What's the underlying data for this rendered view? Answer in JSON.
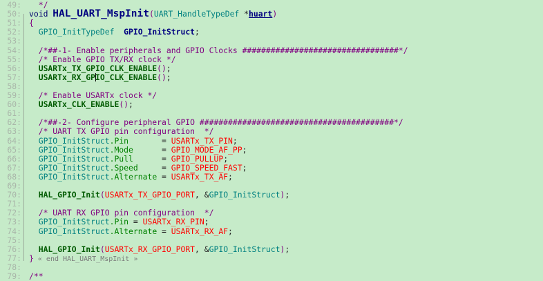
{
  "editor": {
    "background": "#c6ebc9",
    "cursor_line": 57,
    "lines": [
      {
        "n": "49:",
        "tokens": [
          [
            "  */",
            "comment"
          ]
        ]
      },
      {
        "n": "50:",
        "tokens": [
          [
            "void ",
            "kw"
          ],
          [
            "HAL_UART_MspInit",
            "fndef"
          ],
          [
            "(",
            "paren"
          ],
          [
            "UART_HandleTypeDef",
            "type"
          ],
          [
            " *",
            "punct"
          ],
          [
            "huart",
            "param"
          ],
          [
            ")",
            "paren"
          ]
        ]
      },
      {
        "n": "51:",
        "tokens": [
          [
            "{",
            "paren"
          ]
        ]
      },
      {
        "n": "52:",
        "tokens": [
          [
            "  ",
            "punct"
          ],
          [
            "GPIO_InitTypeDef",
            "type"
          ],
          [
            "  ",
            "punct"
          ],
          [
            "GPIO_InitStruct",
            "var"
          ],
          [
            ";",
            "punct"
          ]
        ]
      },
      {
        "n": "53:",
        "tokens": []
      },
      {
        "n": "54:",
        "tokens": [
          [
            "  /*##-1- Enable peripherals and GPIO Clocks #################################*/",
            "comment"
          ]
        ]
      },
      {
        "n": "55:",
        "tokens": [
          [
            "  /* Enable GPIO TX/RX clock */",
            "comment"
          ]
        ]
      },
      {
        "n": "56:",
        "tokens": [
          [
            "  ",
            "punct"
          ],
          [
            "USARTx_TX_GPIO_CLK_ENABLE",
            "macro"
          ],
          [
            "()",
            "paren"
          ],
          [
            ";",
            "punct"
          ]
        ]
      },
      {
        "n": "57:",
        "tokens": [
          [
            "  ",
            "punct"
          ],
          [
            "USARTx_RX_GP",
            "macro"
          ],
          [
            "",
            "caret"
          ],
          [
            "IO_CLK_ENABLE",
            "macro"
          ],
          [
            "()",
            "paren"
          ],
          [
            ";",
            "punct"
          ]
        ]
      },
      {
        "n": "58:",
        "tokens": []
      },
      {
        "n": "59:",
        "tokens": [
          [
            "  /* Enable USARTx clock */",
            "comment"
          ]
        ]
      },
      {
        "n": "60:",
        "tokens": [
          [
            "  ",
            "punct"
          ],
          [
            "USARTx_CLK_ENABLE",
            "macro"
          ],
          [
            "()",
            "paren"
          ],
          [
            ";",
            "punct"
          ]
        ]
      },
      {
        "n": "61:",
        "tokens": []
      },
      {
        "n": "62:",
        "tokens": [
          [
            "  /*##-2- Configure peripheral GPIO #########################################*/",
            "comment"
          ]
        ]
      },
      {
        "n": "63:",
        "tokens": [
          [
            "  /* UART TX GPIO pin configuration  */",
            "comment"
          ]
        ]
      },
      {
        "n": "64:",
        "tokens": [
          [
            "  ",
            "punct"
          ],
          [
            "GPIO_InitStruct",
            "type"
          ],
          [
            ".Pin",
            "field"
          ],
          [
            "       = ",
            "punct"
          ],
          [
            "USARTx_TX_PIN",
            "const"
          ],
          [
            ";",
            "punct"
          ]
        ]
      },
      {
        "n": "65:",
        "tokens": [
          [
            "  ",
            "punct"
          ],
          [
            "GPIO_InitStruct",
            "type"
          ],
          [
            ".Mode",
            "field"
          ],
          [
            "      = ",
            "punct"
          ],
          [
            "GPIO_MODE_AF_PP",
            "const"
          ],
          [
            ";",
            "punct"
          ]
        ]
      },
      {
        "n": "66:",
        "tokens": [
          [
            "  ",
            "punct"
          ],
          [
            "GPIO_InitStruct",
            "type"
          ],
          [
            ".Pull",
            "field"
          ],
          [
            "      = ",
            "punct"
          ],
          [
            "GPIO_PULLUP",
            "const"
          ],
          [
            ";",
            "punct"
          ]
        ]
      },
      {
        "n": "67:",
        "tokens": [
          [
            "  ",
            "punct"
          ],
          [
            "GPIO_InitStruct",
            "type"
          ],
          [
            ".Speed",
            "field"
          ],
          [
            "     = ",
            "punct"
          ],
          [
            "GPIO_SPEED_FAST",
            "const"
          ],
          [
            ";",
            "punct"
          ]
        ]
      },
      {
        "n": "68:",
        "tokens": [
          [
            "  ",
            "punct"
          ],
          [
            "GPIO_InitStruct",
            "type"
          ],
          [
            ".Alternate",
            "field"
          ],
          [
            " = ",
            "punct"
          ],
          [
            "USARTx_TX_AF",
            "const"
          ],
          [
            ";",
            "punct"
          ]
        ]
      },
      {
        "n": "69:",
        "tokens": []
      },
      {
        "n": "70:",
        "tokens": [
          [
            "  ",
            "punct"
          ],
          [
            "HAL_GPIO_Init",
            "macro"
          ],
          [
            "(",
            "paren"
          ],
          [
            "USARTx_TX_GPIO_PORT",
            "const"
          ],
          [
            ", &",
            "punct"
          ],
          [
            "GPIO_InitStruct",
            "type"
          ],
          [
            ")",
            "paren"
          ],
          [
            ";",
            "punct"
          ]
        ]
      },
      {
        "n": "71:",
        "tokens": []
      },
      {
        "n": "72:",
        "tokens": [
          [
            "  /* UART RX GPIO pin configuration  */",
            "comment"
          ]
        ]
      },
      {
        "n": "73:",
        "tokens": [
          [
            "  ",
            "punct"
          ],
          [
            "GPIO_InitStruct",
            "type"
          ],
          [
            ".Pin",
            "field"
          ],
          [
            " = ",
            "punct"
          ],
          [
            "USARTx_RX_PIN",
            "const"
          ],
          [
            ";",
            "punct"
          ]
        ]
      },
      {
        "n": "74:",
        "tokens": [
          [
            "  ",
            "punct"
          ],
          [
            "GPIO_InitStruct",
            "type"
          ],
          [
            ".Alternate",
            "field"
          ],
          [
            " = ",
            "punct"
          ],
          [
            "USARTx_RX_AF",
            "const"
          ],
          [
            ";",
            "punct"
          ]
        ]
      },
      {
        "n": "75:",
        "tokens": []
      },
      {
        "n": "76:",
        "tokens": [
          [
            "  ",
            "punct"
          ],
          [
            "HAL_GPIO_Init",
            "macro"
          ],
          [
            "(",
            "paren"
          ],
          [
            "USARTx_RX_GPIO_PORT",
            "const"
          ],
          [
            ", &",
            "punct"
          ],
          [
            "GPIO_InitStruct",
            "type"
          ],
          [
            ")",
            "paren"
          ],
          [
            ";",
            "punct"
          ]
        ]
      },
      {
        "n": "77:",
        "tokens": [
          [
            "}",
            "paren"
          ],
          [
            " « end HAL_UART_MspInit »",
            "end"
          ]
        ]
      },
      {
        "n": "78:",
        "tokens": []
      },
      {
        "n": "79:",
        "tokens": [
          [
            "/**",
            "comment"
          ]
        ]
      }
    ]
  }
}
